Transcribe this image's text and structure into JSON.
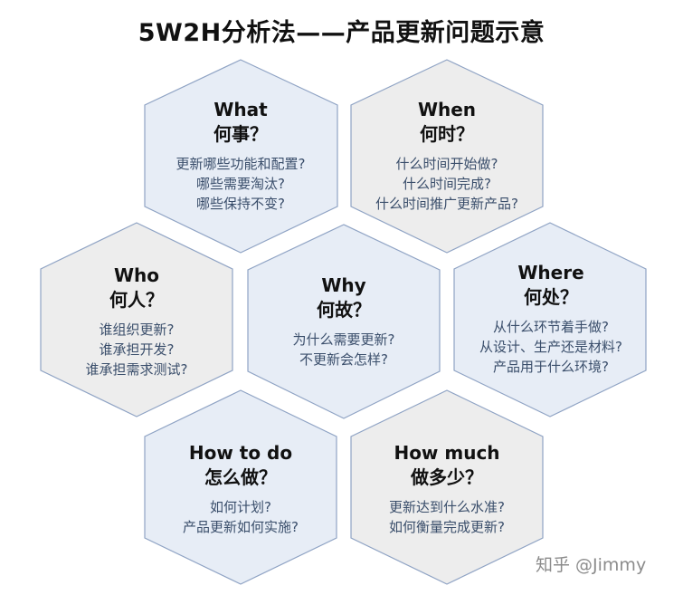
{
  "title": "5W2H分析法——产品更新问题示意",
  "hexagons": [
    {
      "id": "what",
      "fill": "#e7edf6",
      "title_en": "What",
      "title_zh": "何事？",
      "lines": [
        "更新哪些功能和配置?",
        "哪些需要淘汰?",
        "哪些保持不变?"
      ]
    },
    {
      "id": "when",
      "fill": "#ededed",
      "title_en": "When",
      "title_zh": "何时？",
      "lines": [
        "什么时间开始做?",
        "什么时间完成?",
        "什么时间推广更新产品?"
      ]
    },
    {
      "id": "who",
      "fill": "#ededed",
      "title_en": "Who",
      "title_zh": "何人？",
      "lines": [
        "谁组织更新?",
        "谁承担开发?",
        "谁承担需求测试?"
      ]
    },
    {
      "id": "why",
      "fill": "#e7edf6",
      "title_en": "Why",
      "title_zh": "何故？",
      "lines": [
        "为什么需要更新?",
        "不更新会怎样?"
      ]
    },
    {
      "id": "where",
      "fill": "#e7edf6",
      "title_en": "Where",
      "title_zh": "何处？",
      "lines": [
        "从什么环节着手做?",
        "从设计、生产还是材料?",
        "产品用于什么环境?"
      ]
    },
    {
      "id": "how-to-do",
      "fill": "#e7edf6",
      "title_en": "How to do",
      "title_zh": "怎么做？",
      "lines": [
        "如何计划?",
        "产品更新如何实施?"
      ]
    },
    {
      "id": "how-much",
      "fill": "#ededed",
      "title_en": "How much",
      "title_zh": "做多少？",
      "lines": [
        "更新达到什么水准?",
        "如何衡量完成更新?"
      ]
    }
  ],
  "colors": {
    "hex_stroke": "#8fa3c4",
    "blue_fill": "#e7edf6",
    "grey_fill": "#ededed"
  },
  "watermark": "知乎 @Jimmy"
}
